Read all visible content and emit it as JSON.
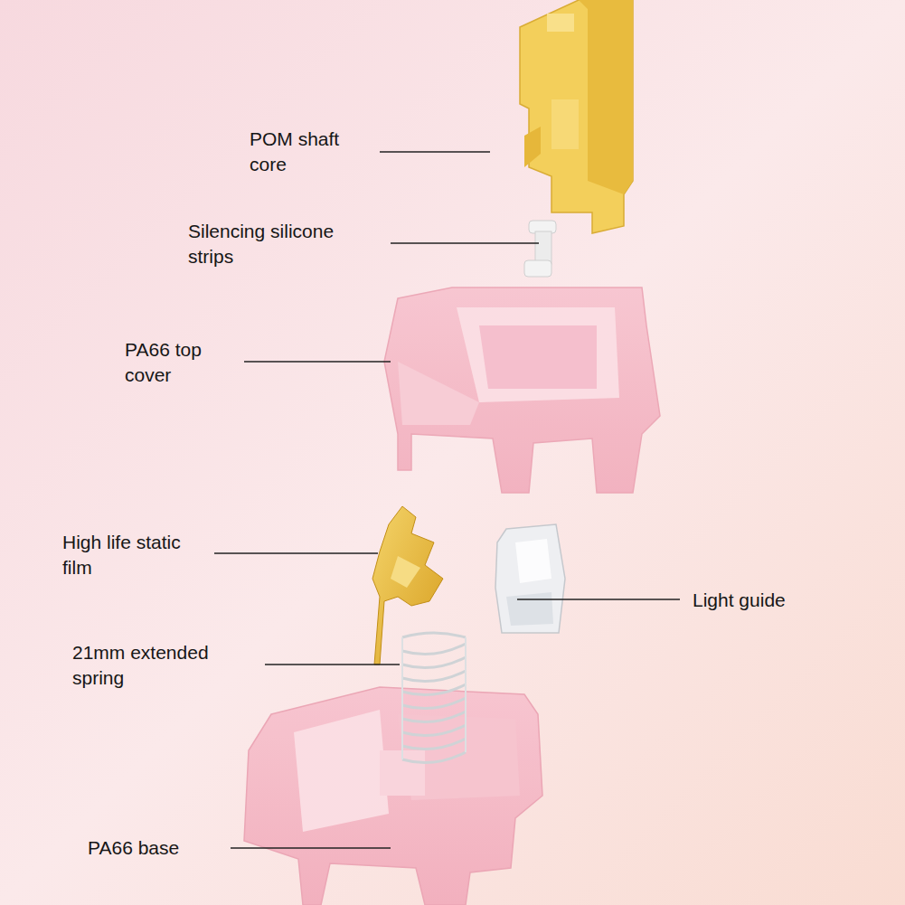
{
  "diagram": {
    "labels": [
      "POM shaft core",
      "Silencing silicone strips",
      "PA66 top cover",
      "High life static film",
      "Light guide",
      "21mm extended spring",
      "PA66 base"
    ]
  }
}
